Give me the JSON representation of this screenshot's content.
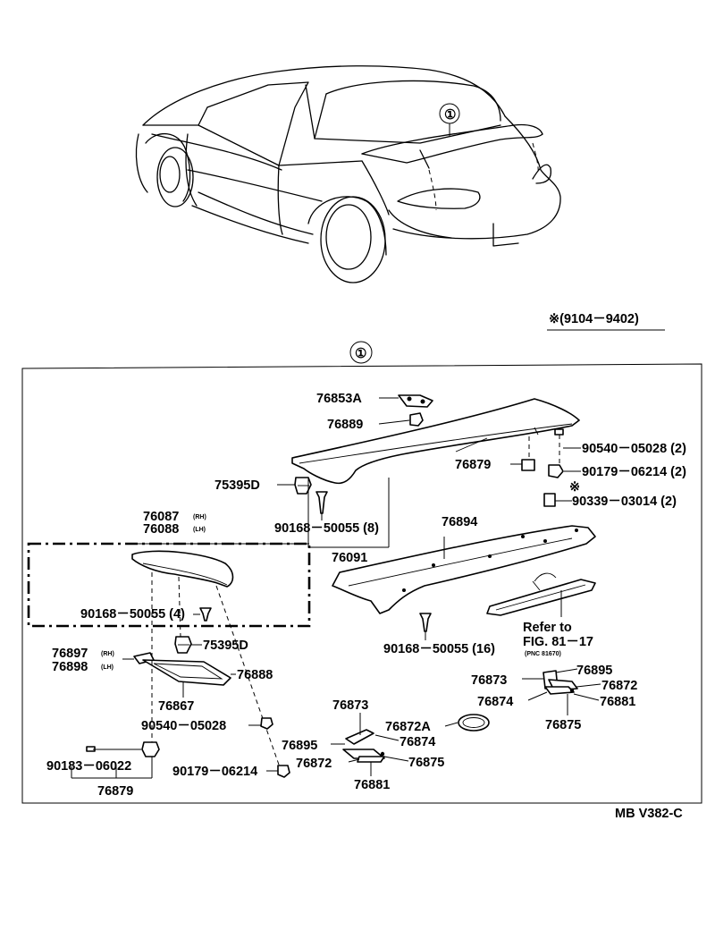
{
  "callout_number": "①",
  "date_note": "※(9104－9402)",
  "diagram_code": "MB V382-C",
  "asterisk_mark": "※",
  "refer_note": {
    "line1": "Refer to",
    "line2": "FIG. 81－17",
    "line3": "(PNC 81670)"
  },
  "parts": {
    "p76853A": "76853A",
    "p76889": "76889",
    "p90540_05028_2": "90540－05028 (2)",
    "p76879_top": "76879",
    "p90179_06214_2": "90179－06214 (2)",
    "p75395D_top": "75395D",
    "p90339_03014_2": "90339－03014 (2)",
    "p76087": "76087",
    "p76087_side": "(RH)",
    "p76088": "76088",
    "p76088_side": "(LH)",
    "p90168_50055_8": "90168－50055 (8)",
    "p76894": "76894",
    "p76091": "76091",
    "p90168_50055_4": "90168－50055 (4)",
    "p75395D_mid": "75395D",
    "p90168_50055_16": "90168－50055 (16)",
    "p76897": "76897",
    "p76897_side": "(RH)",
    "p76898": "76898",
    "p76898_side": "(LH)",
    "p76888": "76888",
    "p76867": "76867",
    "p76873_r": "76873",
    "p76895_r": "76895",
    "p76872_r": "76872",
    "p76874_r": "76874",
    "p76881_r": "76881",
    "p76875_r": "76875",
    "p76873_c": "76873",
    "p90540_05028": "90540－05028",
    "p76872A": "76872A",
    "p76895_c": "76895",
    "p76874_c": "76874",
    "p90183_06022": "90183－06022",
    "p76872_c": "76872",
    "p76875_c": "76875",
    "p90179_06214": "90179－06214",
    "p76881_c": "76881",
    "p76879_bottom": "76879"
  }
}
